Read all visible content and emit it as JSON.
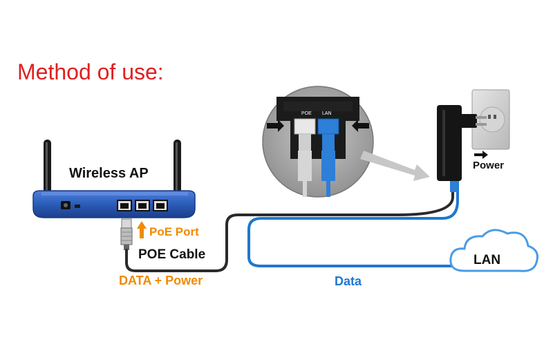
{
  "title": "Method of use:",
  "labels": {
    "wireless_ap": "Wireless AP",
    "poe_port": "PoE Port",
    "poe_cable": "POE Cable",
    "data_power": "DATA + Power",
    "data": "Data",
    "power": "Power",
    "lan": "LAN",
    "jack_poe": "POE",
    "jack_lan": "LAN"
  },
  "colors": {
    "title": "#e02020",
    "accent_orange": "#f08a00",
    "data_blue": "#1e78d0",
    "router_blue": "#2a5cb8",
    "cable_dark": "#2a2a2a"
  },
  "icons": {
    "router": "wireless-router-icon",
    "injector": "poe-injector-icon",
    "outlet": "wall-outlet-icon",
    "cloud": "lan-cloud-icon"
  }
}
